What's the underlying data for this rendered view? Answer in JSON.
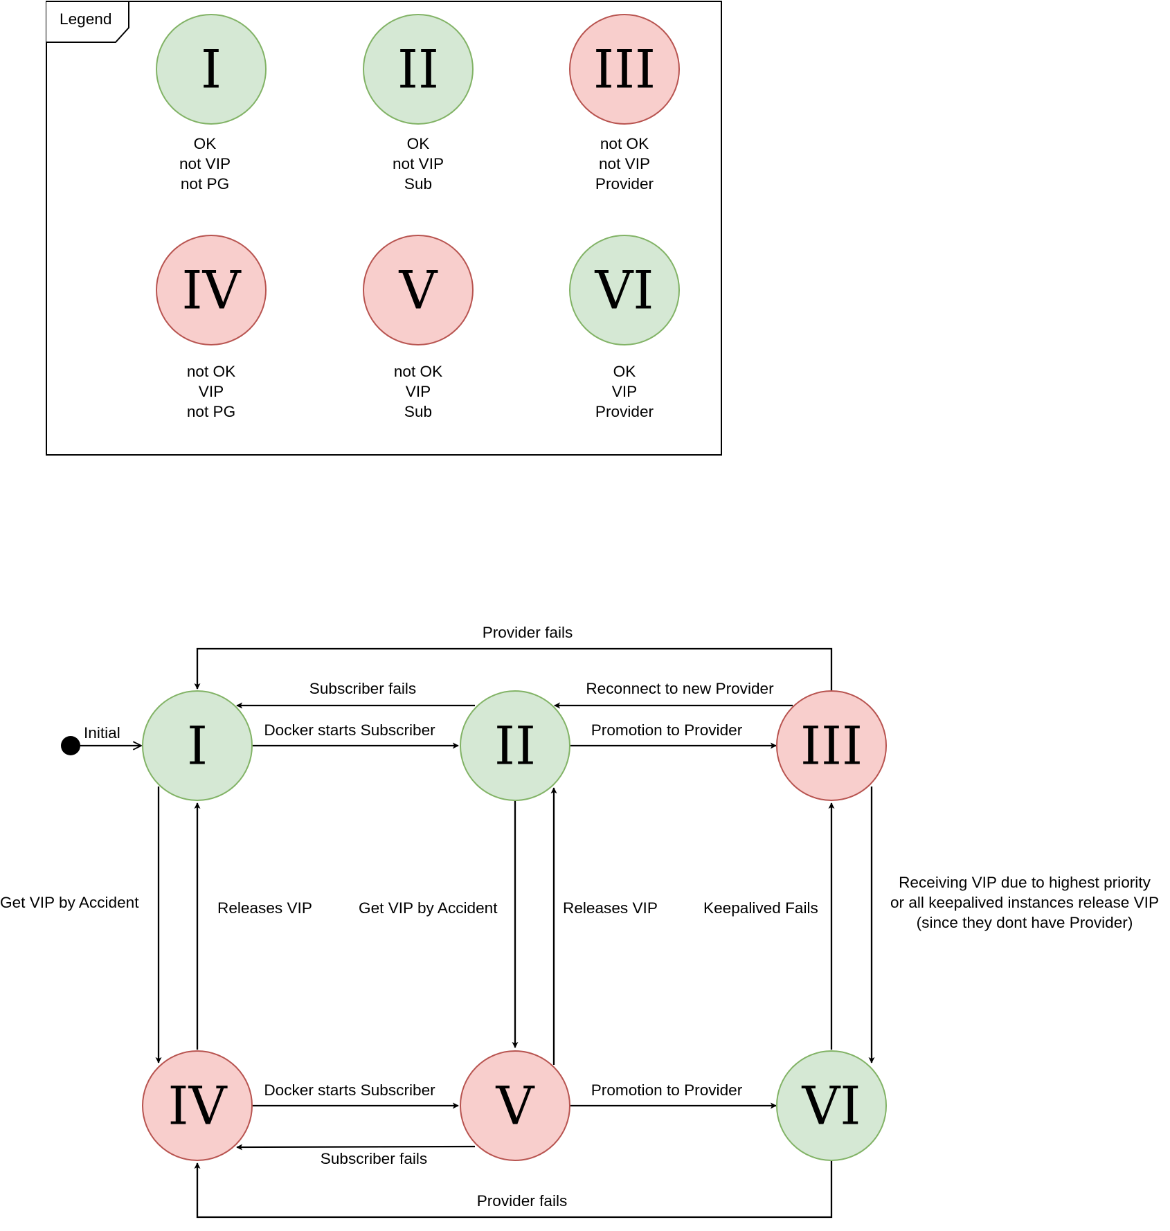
{
  "legend": {
    "title": "Legend",
    "items": [
      {
        "numeral": "I",
        "lines": [
          "OK",
          "not VIP",
          "not PG"
        ],
        "status": "ok"
      },
      {
        "numeral": "II",
        "lines": [
          "OK",
          "not VIP",
          "Sub"
        ],
        "status": "ok"
      },
      {
        "numeral": "III",
        "lines": [
          "not OK",
          "not VIP",
          "Provider"
        ],
        "status": "bad"
      },
      {
        "numeral": "IV",
        "lines": [
          "not OK",
          "VIP",
          "not PG"
        ],
        "status": "bad"
      },
      {
        "numeral": "V",
        "lines": [
          "not OK",
          "VIP",
          "Sub"
        ],
        "status": "bad"
      },
      {
        "numeral": "VI",
        "lines": [
          "OK",
          "VIP",
          "Provider"
        ],
        "status": "ok"
      }
    ]
  },
  "states": {
    "I": "I",
    "II": "II",
    "III": "III",
    "IV": "IV",
    "V": "V",
    "VI": "VI"
  },
  "edges": {
    "initial": "Initial",
    "provider_fails_top": "Provider fails",
    "subscriber_fails_top": "Subscriber fails",
    "reconnect": "Reconnect to new Provider",
    "docker_top": "Docker starts Subscriber",
    "promotion_top": "Promotion to Provider",
    "get_vip_1": "Get VIP by Accident",
    "releases_vip_1": "Releases VIP",
    "get_vip_2": "Get VIP by Accident",
    "releases_vip_2": "Releases VIP",
    "keepalived_fails": "Keepalived Fails",
    "receiving_vip": [
      "Receiving VIP due to highest priority",
      "or all keepalived instances release VIP",
      "(since they dont have Provider)"
    ],
    "docker_bottom": "Docker starts Subscriber",
    "promotion_bottom": "Promotion to Provider",
    "subscriber_fails_bottom": "Subscriber fails",
    "provider_fails_bottom": "Provider fails"
  },
  "colors": {
    "ok_fill": "#d5e8d4",
    "ok_stroke": "#82b366",
    "bad_fill": "#f8cecc",
    "bad_stroke": "#b85450"
  }
}
